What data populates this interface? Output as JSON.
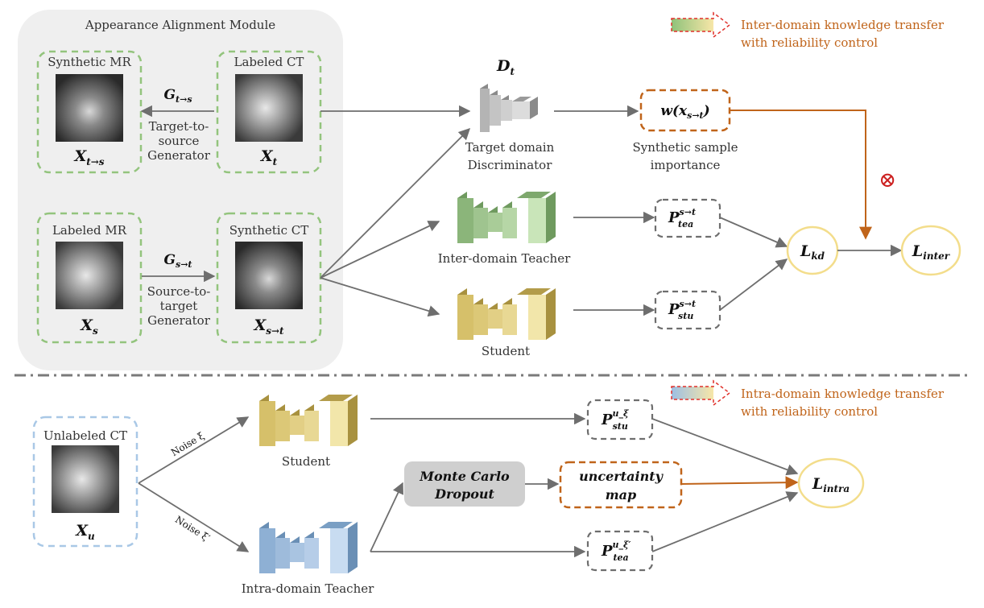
{
  "alignment_module": {
    "title": "Appearance Alignment Module",
    "synthetic_mr": {
      "label": "Synthetic MR",
      "symbol": "X",
      "sub": "t→s"
    },
    "labeled_ct": {
      "label": "Labeled CT",
      "symbol": "X",
      "sub": "t"
    },
    "labeled_mr": {
      "label": "Labeled MR",
      "symbol": "X",
      "sub": "s"
    },
    "synthetic_ct": {
      "label": "Synthetic CT",
      "symbol": "X",
      "sub": "s→t"
    },
    "gen_t2s": {
      "symbol": "G",
      "sub": "t→s",
      "line1": "Target-to-",
      "line2": "source",
      "line3": "Generator"
    },
    "gen_s2t": {
      "symbol": "G",
      "sub": "s→t",
      "line1": "Source-to-",
      "line2": "target",
      "line3": "Generator"
    }
  },
  "discriminator": {
    "symbol": "D",
    "sub": "t",
    "line1": "Target domain",
    "line2": "Discriminator"
  },
  "importance": {
    "w": "w(",
    "x": "x",
    "sub": "s→t",
    "close": ")",
    "line1": "Synthetic sample",
    "line2": "importance"
  },
  "inter_teacher": {
    "label": "Inter-domain Teacher"
  },
  "student_top": {
    "label": "Student"
  },
  "p_tea_inter": {
    "base": "P",
    "sup": "s→t",
    "sub": "tea"
  },
  "p_stu_inter": {
    "base": "P",
    "sup": "s→t",
    "sub": "stu"
  },
  "l_kd": {
    "base": "L",
    "sub": "kd"
  },
  "l_inter": {
    "base": "L",
    "sub": "inter"
  },
  "legend_inter": {
    "line1": "Inter-domain knowledge transfer",
    "line2": "with reliability control"
  },
  "legend_intra": {
    "line1": "Intra-domain knowledge transfer",
    "line2": "with reliability control"
  },
  "multiply_symbol": "⊗",
  "unlabeled_ct": {
    "label": "Unlabeled CT",
    "symbol": "X",
    "sub": "u"
  },
  "noise_xi": "Noise ξ",
  "noise_xi_prime": "Noise ξ′",
  "student_bottom": {
    "label": "Student"
  },
  "intra_teacher": {
    "label": "Intra-domain Teacher"
  },
  "monte_carlo": {
    "line1": "Monte Carlo",
    "line2": "Dropout"
  },
  "uncertainty": {
    "line1": "uncertainty",
    "line2": "map"
  },
  "p_stu_intra": {
    "base": "P",
    "sup": "u_ξ",
    "sub": "stu"
  },
  "p_tea_intra": {
    "base": "P",
    "sup": "u_ξ′",
    "sub": "tea"
  },
  "l_intra": {
    "base": "L",
    "sub": "intra"
  },
  "colors": {
    "gray_net": "#a8a8a8",
    "green_net": "#8bb57a",
    "yellow_net": "#d6c06a",
    "blue_net": "#8eb0d4",
    "orange": "#c0641a",
    "green_dash": "#93c47d",
    "blue_dash": "#a9c8e6",
    "yellow_circle": "#f3dd8b"
  }
}
